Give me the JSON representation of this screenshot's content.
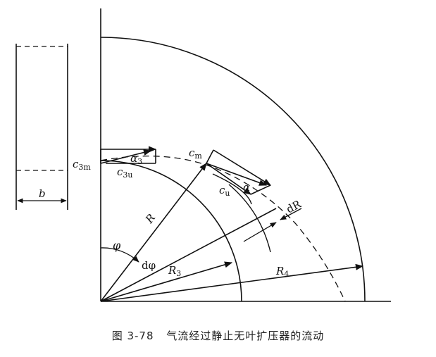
{
  "labels": {
    "b": "b",
    "c3m": "c",
    "c3m_sub": "3m",
    "c3u": "c",
    "c3u_sub": "3u",
    "alpha3": "α",
    "alpha3_sub": "3",
    "cm": "c",
    "cm_sub": "m",
    "cu": "c",
    "cu_sub": "u",
    "alpha": "α",
    "dR": "dR",
    "R": "R",
    "phi": "φ",
    "dphi": "dφ",
    "R3": "R",
    "R3_sub": "3",
    "R4": "R",
    "R4_sub": "4"
  },
  "caption": {
    "number": "图 3-78",
    "text": "气流经过静止无叶扩压器的流动"
  }
}
